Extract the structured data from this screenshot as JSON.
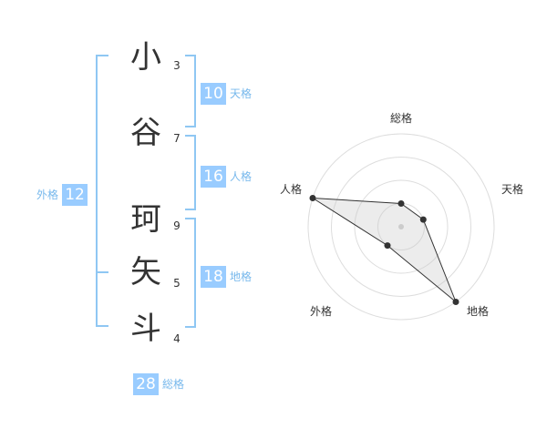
{
  "characters": [
    {
      "char": "小",
      "strokes": "3"
    },
    {
      "char": "谷",
      "strokes": "7"
    },
    {
      "char": "珂",
      "strokes": "9"
    },
    {
      "char": "矢",
      "strokes": "5"
    },
    {
      "char": "斗",
      "strokes": "4"
    }
  ],
  "scores": {
    "tenkaku": {
      "value": "10",
      "label": "天格"
    },
    "jinkaku": {
      "value": "16",
      "label": "人格"
    },
    "chikaku": {
      "value": "18",
      "label": "地格"
    },
    "gaikaku": {
      "value": "12",
      "label": "外格"
    },
    "soukaku": {
      "value": "28",
      "label": "総格"
    }
  },
  "colors": {
    "accent": "#99ccff",
    "bracket": "#8fc7f3",
    "label": "#77b8ec"
  },
  "chart_data": {
    "type": "radar",
    "axes": [
      "総格",
      "天格",
      "地格",
      "外格",
      "人格"
    ],
    "values": [
      1,
      1,
      4,
      1,
      4
    ],
    "rmax": 4,
    "rings": 4
  }
}
